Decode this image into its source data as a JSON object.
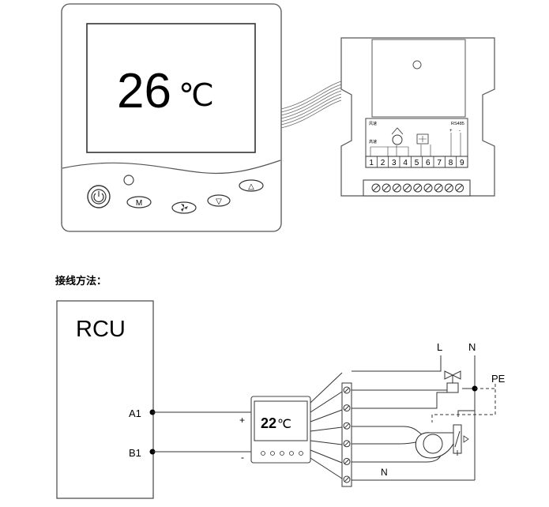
{
  "thermostat": {
    "temperature": "26",
    "unit": "℃",
    "buttons": [
      "M",
      "fan",
      "▽",
      "△"
    ]
  },
  "terminal_block": {
    "header_left": "风速",
    "header_sub": "高速",
    "header_right": "RS485",
    "rs485_polarity": [
      "+",
      "-"
    ],
    "terminals": [
      "1",
      "2",
      "3",
      "4",
      "5",
      "6",
      "7",
      "8",
      "9"
    ]
  },
  "caption": "接线方法：",
  "wiring": {
    "rcu_label": "RCU",
    "a1_label": "A1",
    "b1_label": "B1",
    "plus_label": "+",
    "minus_label": "-",
    "mini_temp": "22",
    "mini_unit": "℃",
    "l_label": "L",
    "n_label": "N",
    "pe_label": "PE",
    "n_bottom_label": "N"
  }
}
